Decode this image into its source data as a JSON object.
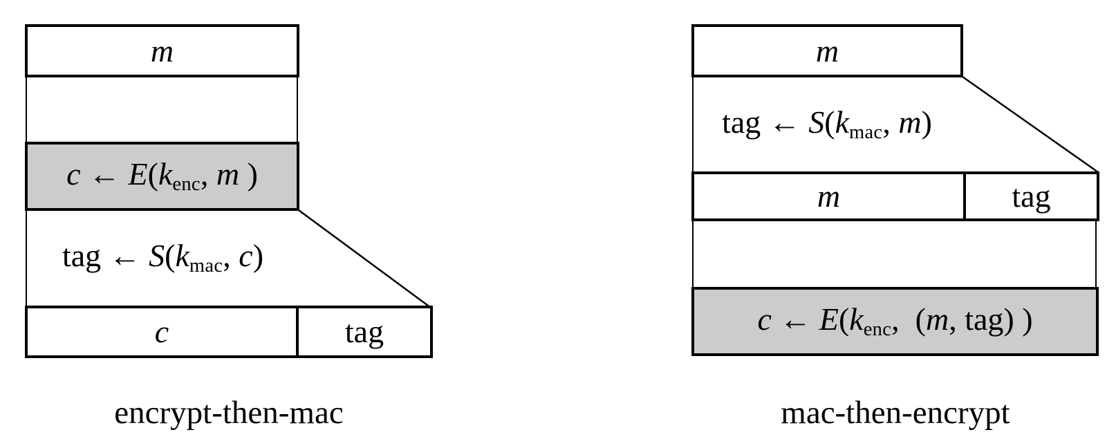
{
  "colors": {
    "background": "#ffffff",
    "line": "#000000",
    "shaded_fill": "#cccccc",
    "box_fill": "#ffffff"
  },
  "left_diagram": {
    "label": "encrypt-then-mac",
    "message_box": "m",
    "encrypt_formula": [
      {
        "text": "c",
        "style": "it"
      },
      {
        "text": " ← ",
        "style": "rm"
      },
      {
        "text": "E",
        "style": "it"
      },
      {
        "text": "(",
        "style": "rm"
      },
      {
        "text": "k",
        "style": "it"
      },
      {
        "text": "enc",
        "style": "sub"
      },
      {
        "text": ", ",
        "style": "rm"
      },
      {
        "text": "m",
        "style": "it"
      },
      {
        "text": " )",
        "style": "rm"
      }
    ],
    "mac_formula": [
      {
        "text": "tag ← ",
        "style": "rm"
      },
      {
        "text": "S",
        "style": "it"
      },
      {
        "text": "(",
        "style": "rm"
      },
      {
        "text": "k",
        "style": "it"
      },
      {
        "text": "mac",
        "style": "sub"
      },
      {
        "text": ", ",
        "style": "rm"
      },
      {
        "text": "c",
        "style": "it"
      },
      {
        "text": ")",
        "style": "rm"
      }
    ],
    "output_ciphertext": "c",
    "output_tag": "tag"
  },
  "right_diagram": {
    "label": "mac-then-encrypt",
    "message_box": "m",
    "mac_formula": [
      {
        "text": "tag ← ",
        "style": "rm"
      },
      {
        "text": "S",
        "style": "it"
      },
      {
        "text": "(",
        "style": "rm"
      },
      {
        "text": "k",
        "style": "it"
      },
      {
        "text": "mac",
        "style": "sub"
      },
      {
        "text": ", ",
        "style": "rm"
      },
      {
        "text": "m",
        "style": "it"
      },
      {
        "text": ")",
        "style": "rm"
      }
    ],
    "row_message": "m",
    "row_tag": "tag",
    "encrypt_formula": [
      {
        "text": "c",
        "style": "it"
      },
      {
        "text": " ← ",
        "style": "rm"
      },
      {
        "text": "E",
        "style": "it"
      },
      {
        "text": "(",
        "style": "rm"
      },
      {
        "text": "k",
        "style": "it"
      },
      {
        "text": "enc",
        "style": "sub"
      },
      {
        "text": ",  (",
        "style": "rm"
      },
      {
        "text": "m",
        "style": "it"
      },
      {
        "text": ", tag) )",
        "style": "rm"
      }
    ]
  }
}
